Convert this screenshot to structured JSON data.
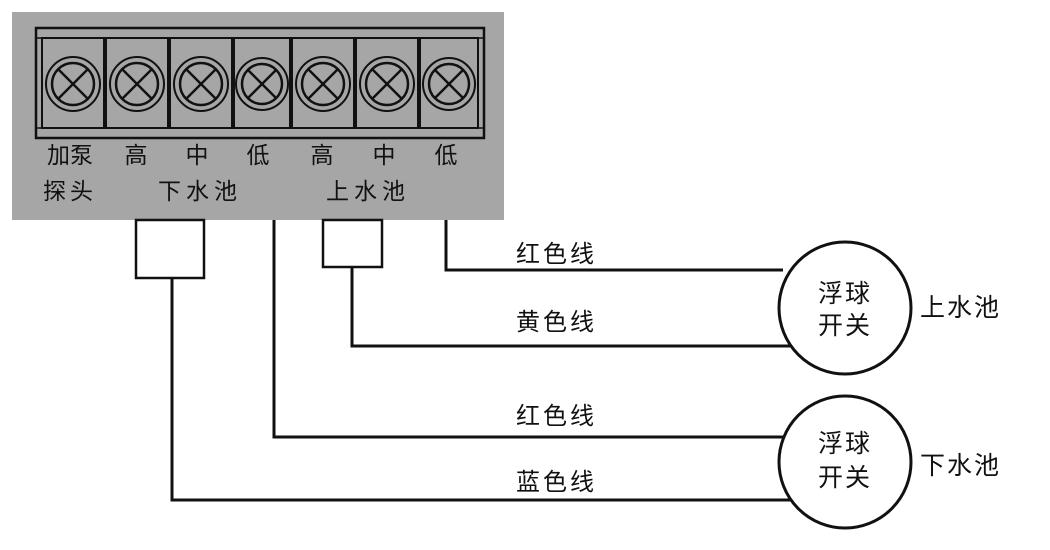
{
  "colors": {
    "panel": "#a6a6a6",
    "line": "#111111",
    "background": "#ffffff"
  },
  "terminal_block": {
    "terminal_count": 7,
    "terminal_icon": "screw-terminal-icon",
    "labels_row1": [
      "加泵",
      "高",
      "中",
      "低",
      "高",
      "中",
      "低"
    ],
    "labels_row2": [
      "探头",
      "下水池",
      "上水池"
    ]
  },
  "wires": {
    "upper_red": "红色线",
    "upper_yellow": "黄色线",
    "lower_red": "红色线",
    "lower_blue": "蓝色线"
  },
  "upper_switch": {
    "line1": "浮球",
    "line2": "开关",
    "pool": "上水池"
  },
  "lower_switch": {
    "line1": "浮球",
    "line2": "开关",
    "pool": "下水池"
  }
}
